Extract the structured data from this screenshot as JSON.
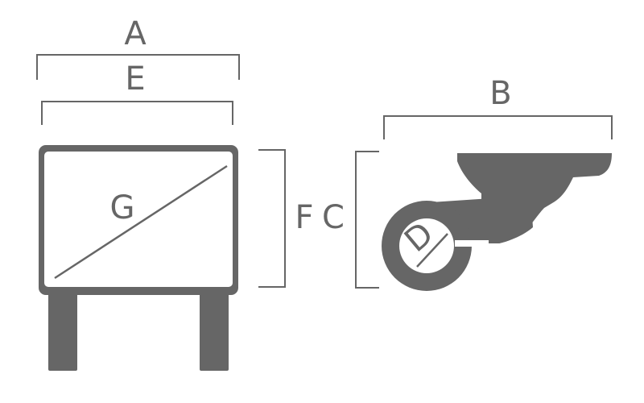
{
  "colors": {
    "part_fill": "#666666",
    "part_stroke": "#5a5a5a",
    "face_fill": "#ffffff",
    "dimension_line": "#666666",
    "label_text": "#666666"
  },
  "labels": {
    "a": "A",
    "b": "B",
    "c": "C",
    "d": "D",
    "e": "E",
    "f": "F",
    "g": "G"
  }
}
